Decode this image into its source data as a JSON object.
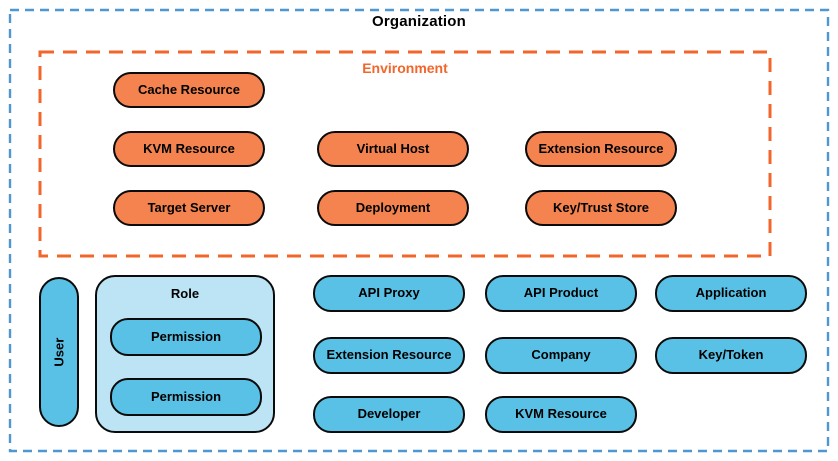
{
  "organization": {
    "title": "Organization"
  },
  "environment": {
    "label": "Environment",
    "nodes": [
      {
        "label": "Cache Resource"
      },
      {
        "label": "KVM Resource"
      },
      {
        "label": "Virtual Host"
      },
      {
        "label": "Extension Resource"
      },
      {
        "label": "Target Server"
      },
      {
        "label": "Deployment"
      },
      {
        "label": "Key/Trust Store"
      }
    ]
  },
  "org_nodes": {
    "user": "User",
    "role": {
      "label": "Role",
      "permissions": [
        "Permission",
        "Permission"
      ]
    },
    "grid": [
      {
        "label": "API Proxy"
      },
      {
        "label": "API Product"
      },
      {
        "label": "Application"
      },
      {
        "label": "Extension Resource"
      },
      {
        "label": "Company"
      },
      {
        "label": "Key/Token"
      },
      {
        "label": "Developer"
      },
      {
        "label": "KVM Resource"
      }
    ]
  },
  "colors": {
    "organization_border": "#4E97D1",
    "environment_border": "#F2662B",
    "environment_label": "#F2662B",
    "environment_node_fill": "#F4834F",
    "org_node_fill": "#59C1E5",
    "role_fill": "#BCE4F4",
    "node_border": "#0b0b0b",
    "title_color": "#000000"
  }
}
